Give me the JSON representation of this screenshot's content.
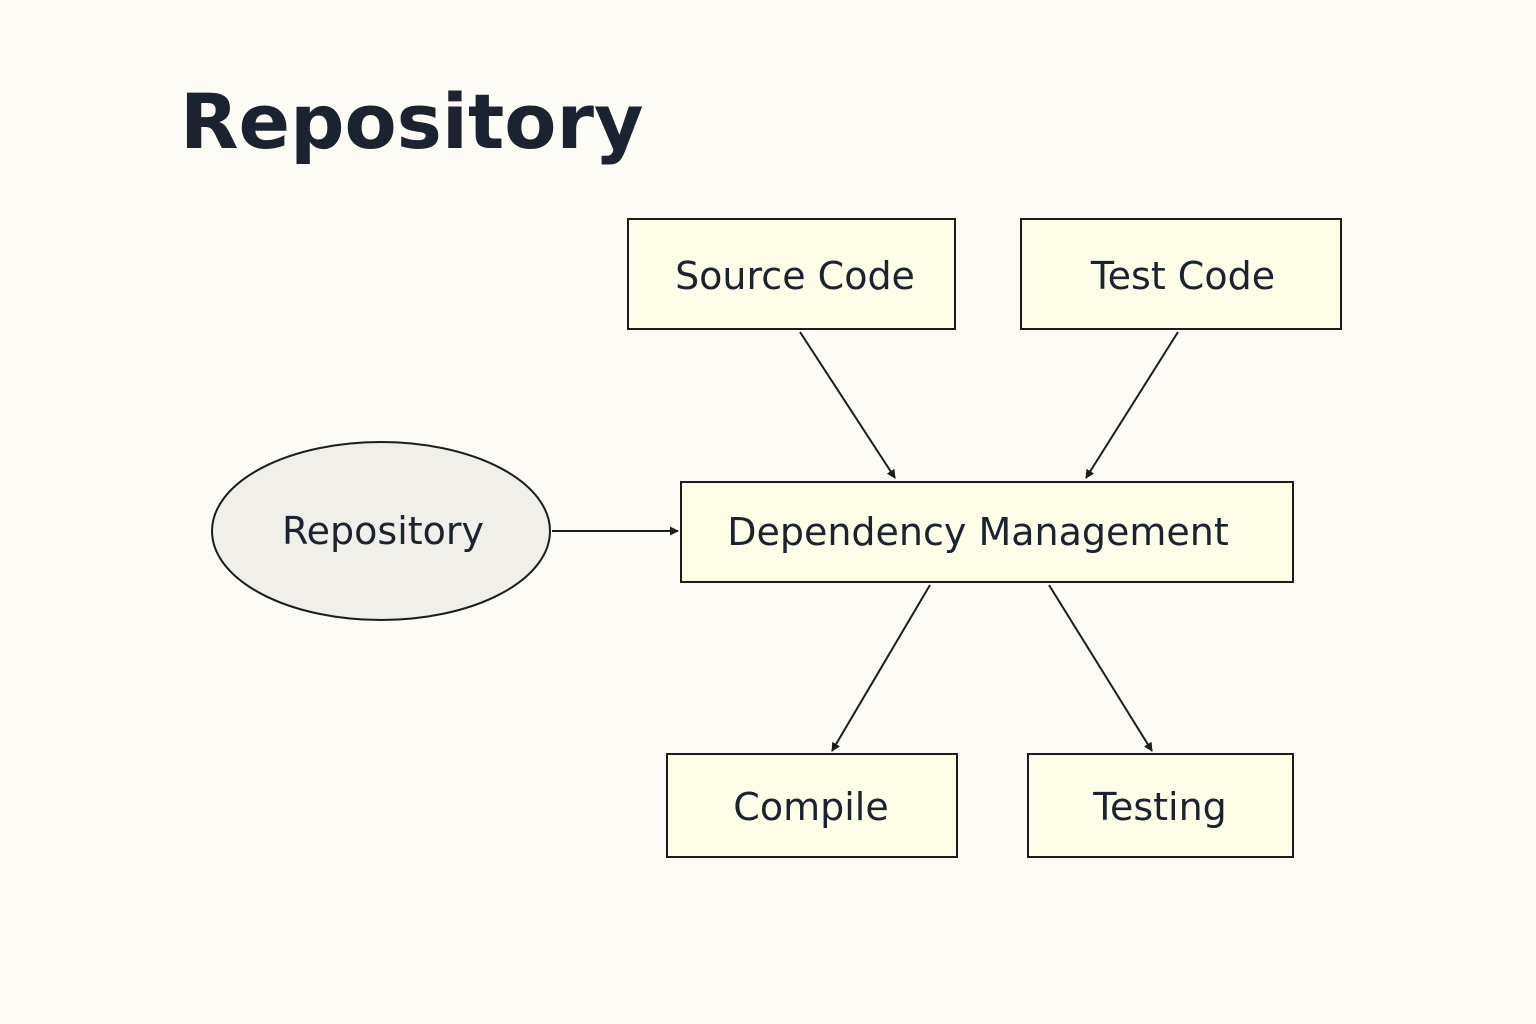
{
  "title": "Repository",
  "colors": {
    "background": "#fcfbf6",
    "box_fill": "#fdfde8",
    "ellipse_fill": "#f0efea",
    "stroke": "#1c1c1c",
    "text": "#1c2330"
  },
  "nodes": {
    "source_code": {
      "label": "Source Code",
      "shape": "rectangle"
    },
    "test_code": {
      "label": "Test Code",
      "shape": "rectangle"
    },
    "repository": {
      "label": "Repository",
      "shape": "ellipse"
    },
    "dependency_management": {
      "label": "Dependency Management",
      "shape": "rectangle"
    },
    "compile": {
      "label": "Compile",
      "shape": "rectangle"
    },
    "testing": {
      "label": "Testing",
      "shape": "rectangle"
    }
  },
  "edges": [
    {
      "from": "source_code",
      "to": "dependency_management"
    },
    {
      "from": "test_code",
      "to": "dependency_management"
    },
    {
      "from": "repository",
      "to": "dependency_management"
    },
    {
      "from": "dependency_management",
      "to": "compile"
    },
    {
      "from": "dependency_management",
      "to": "testing"
    }
  ]
}
